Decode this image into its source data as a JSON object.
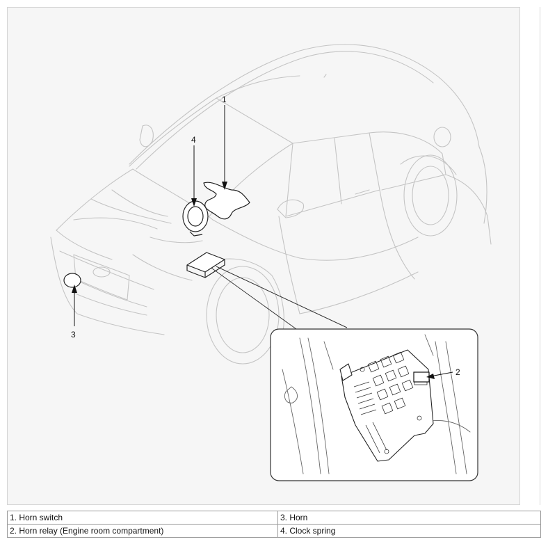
{
  "callouts": {
    "horn_switch": "1",
    "horn_relay": "2",
    "horn": "3",
    "clock_spring": "4"
  },
  "legend": {
    "rows": [
      {
        "left": "1. Horn switch",
        "right": "3. Horn"
      },
      {
        "left": "2. Horn relay (Engine room compartment)",
        "right": "4. Clock spring"
      }
    ]
  },
  "colors": {
    "car_line": "#c4c4c4",
    "component_line": "#222222",
    "background": "#f6f6f6"
  }
}
